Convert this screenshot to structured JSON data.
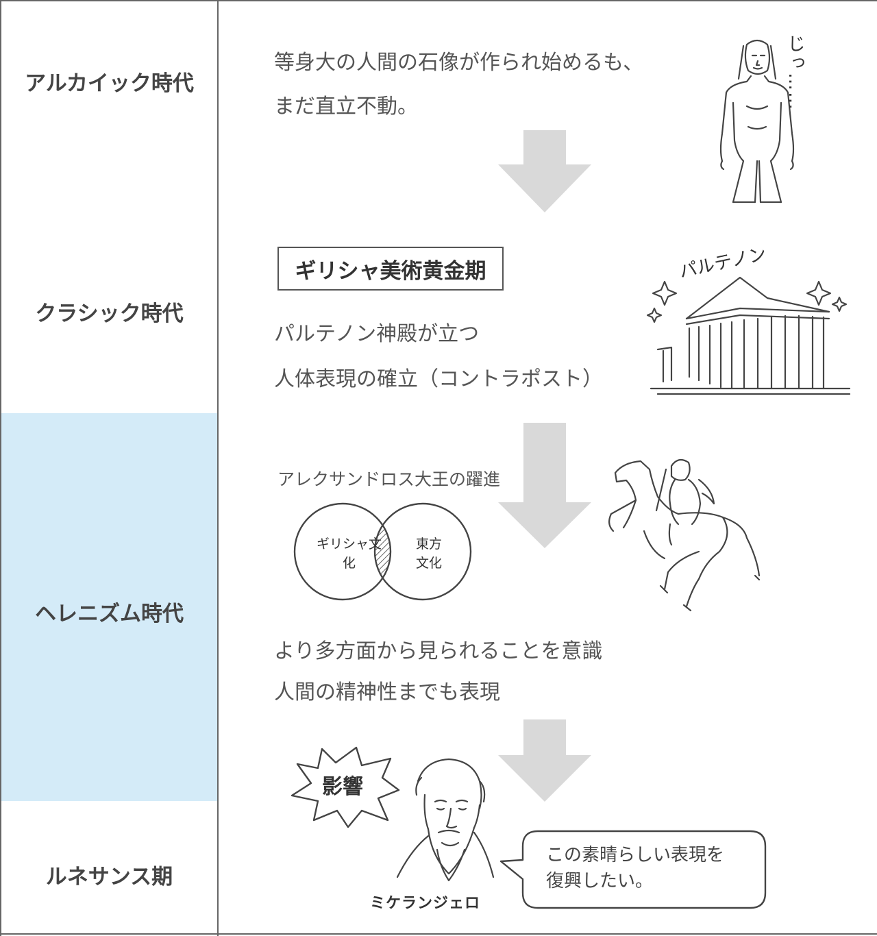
{
  "eras": [
    {
      "label": "アルカイック時代"
    },
    {
      "label": "クラシック時代"
    },
    {
      "label": "ヘレニズム時代"
    },
    {
      "label": "ルネサンス期"
    }
  ],
  "archaic": {
    "line1": "等身大の人間の石像が作られ始めるも、",
    "line2": "まだ直立不動。",
    "sfx": "じっ……"
  },
  "classic": {
    "badge": "ギリシャ美術黄金期",
    "line1": "パルテノン神殿が立つ",
    "line2": "人体表現の確立（コントラポスト）",
    "temple_label": "パルテノン"
  },
  "hellenism": {
    "caption": "アレクサンドロス大王の躍進",
    "venn_left": "ギリシャ文化",
    "venn_right": "東方文化",
    "line1": "より多方面から見られることを意識",
    "line2": "人間の精神性までも表現"
  },
  "renaissance": {
    "burst": "影響",
    "speech_line1": "この素晴らしい表現を",
    "speech_line2": "復興したい。",
    "name": "ミケランジェロ"
  },
  "colors": {
    "highlight": "#d4ebf8",
    "arrow": "#d9d9d9",
    "line": "#666666"
  }
}
